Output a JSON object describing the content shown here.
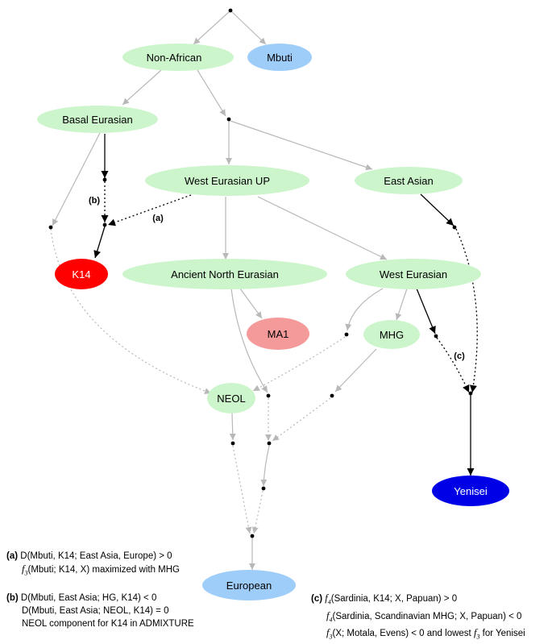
{
  "nodes": {
    "non_african": {
      "label": "Non-African",
      "color": "#ccf5cc"
    },
    "mbuti": {
      "label": "Mbuti",
      "color": "#9fcdfa"
    },
    "basal_eurasian": {
      "label": "Basal Eurasian",
      "color": "#ccf5cc"
    },
    "west_eurasian_up": {
      "label": "West Eurasian UP",
      "color": "#ccf5cc"
    },
    "east_asian": {
      "label": "East Asian",
      "color": "#ccf5cc"
    },
    "k14": {
      "label": "K14",
      "color": "#ff0000"
    },
    "ancient_north_eurasian": {
      "label": "Ancient North Eurasian",
      "color": "#ccf5cc"
    },
    "west_eurasian": {
      "label": "West Eurasian",
      "color": "#ccf5cc"
    },
    "ma1": {
      "label": "MA1",
      "color": "#f59a9a"
    },
    "mhg": {
      "label": "MHG",
      "color": "#ccf5cc"
    },
    "neol": {
      "label": "NEOL",
      "color": "#ccf5cc"
    },
    "yenisei": {
      "label": "Yenisei",
      "color": "#0000e6"
    },
    "european": {
      "label": "European",
      "color": "#9fcdfa"
    }
  },
  "edge_labels": {
    "a": "a",
    "b": "b",
    "c": "c"
  },
  "notes": {
    "a": {
      "tag": "a",
      "line1": "D(Mbuti, K14; East Asia, Europe) > 0",
      "line2_fn": "f",
      "line2_sub": "3",
      "line2_rest": "(Mbuti; K14, X) maximized with MHG"
    },
    "b": {
      "tag": "b",
      "line1": "D(Mbuti, East Asia; HG, K14) < 0",
      "line2": "D(Mbuti, East Asia; NEOL, K14) = 0",
      "line3": "NEOL component for K14 in ADMIXTURE"
    },
    "c": {
      "tag": "c",
      "line1_fn": "f",
      "line1_sub": "4",
      "line1_rest": "(Sardinia, K14; X, Papuan) > 0",
      "line2_fn": "f",
      "line2_sub": "4",
      "line2_rest": "(Sardinia, Scandinavian MHG; X, Papuan) < 0",
      "line3_fn": "f",
      "line3_sub": "3",
      "line3_mid": "(X; Motala, Evens) < 0 and lowest ",
      "line3_fn2": "f",
      "line3_sub2": "3",
      "line3_rest": " for Yenisei"
    }
  }
}
